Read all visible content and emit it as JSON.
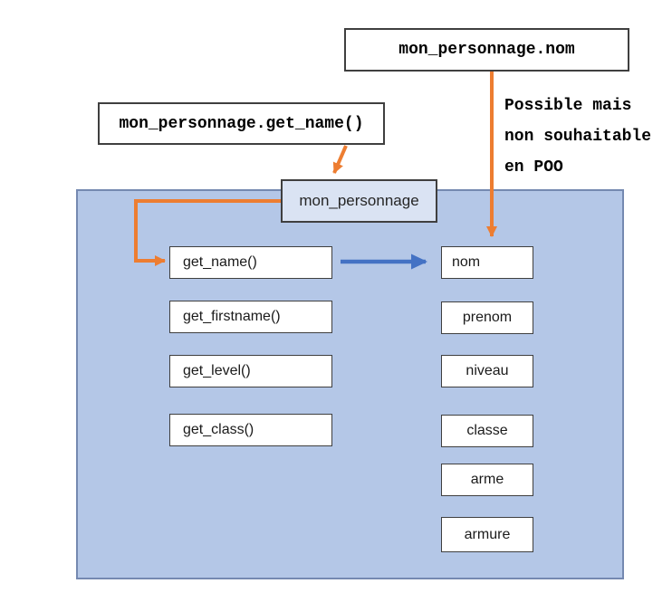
{
  "colors": {
    "orange": "#ED7D31",
    "blue": "#4472C4",
    "container_fill": "#B4C7E7",
    "container_border": "#7589B1",
    "object_fill": "#DAE3F3"
  },
  "callouts": {
    "attribute_access": "mon_personnage.nom",
    "method_call": "mon_personnage.get_name()"
  },
  "note": {
    "line1": "Possible mais",
    "line2": "non souhaitable",
    "line3": "en POO"
  },
  "object": {
    "label": "mon_personnage"
  },
  "methods": [
    "get_name()",
    "get_firstname()",
    "get_level()",
    "get_class()"
  ],
  "attributes": [
    "nom",
    "prenom",
    "niveau",
    "classe",
    "arme",
    "armure"
  ]
}
